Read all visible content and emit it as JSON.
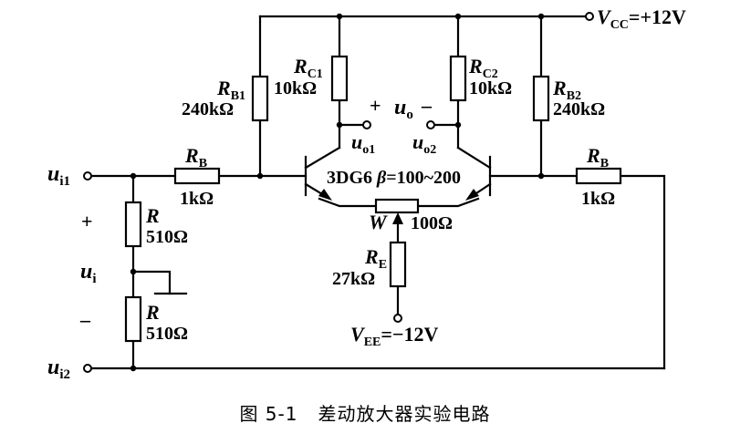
{
  "labels": {
    "vcc_sym": "V",
    "vcc_sub": "CC",
    "vcc_val": "=+12V",
    "vee_sym": "V",
    "vee_sub": "EE",
    "vee_val": "=−12V",
    "rb1_sym": "R",
    "rb1_sub": "B1",
    "rb1_val": "240kΩ",
    "rc1_sym": "R",
    "rc1_sub": "C1",
    "rc1_val": "10kΩ",
    "rc2_sym": "R",
    "rc2_sub": "C2",
    "rc2_val": "10kΩ",
    "rb2_sym": "R",
    "rb2_sub": "B2",
    "rb2_val": "240kΩ",
    "rb_left_sym": "R",
    "rb_left_sub": "B",
    "rb_left_val": "1kΩ",
    "rb_right_sym": "R",
    "rb_right_sub": "B",
    "rb_right_val": "1kΩ",
    "r_top_sym": "R",
    "r_top_val": "510Ω",
    "r_bot_sym": "R",
    "r_bot_val": "510Ω",
    "re_sym": "R",
    "re_sub": "E",
    "re_val": "27kΩ",
    "w_sym": "W",
    "w_val": "100Ω",
    "ui1_sym": "u",
    "ui1_sub": "i1",
    "ui2_sym": "u",
    "ui2_sub": "i2",
    "ui_sym": "u",
    "ui_sub": "i",
    "plus_in": "+",
    "minus_in": "–",
    "uo_sym": "u",
    "uo_sub": "o",
    "uo_plus": "+",
    "uo_minus": "–",
    "uo1_sym": "u",
    "uo1_sub": "o1",
    "uo2_sym": "u",
    "uo2_sub": "o2",
    "transistor": "3DG6",
    "beta_sym": "β",
    "beta_val": "=100~200"
  },
  "caption": {
    "number": "图 5-1",
    "title": "差动放大器实验电路"
  }
}
